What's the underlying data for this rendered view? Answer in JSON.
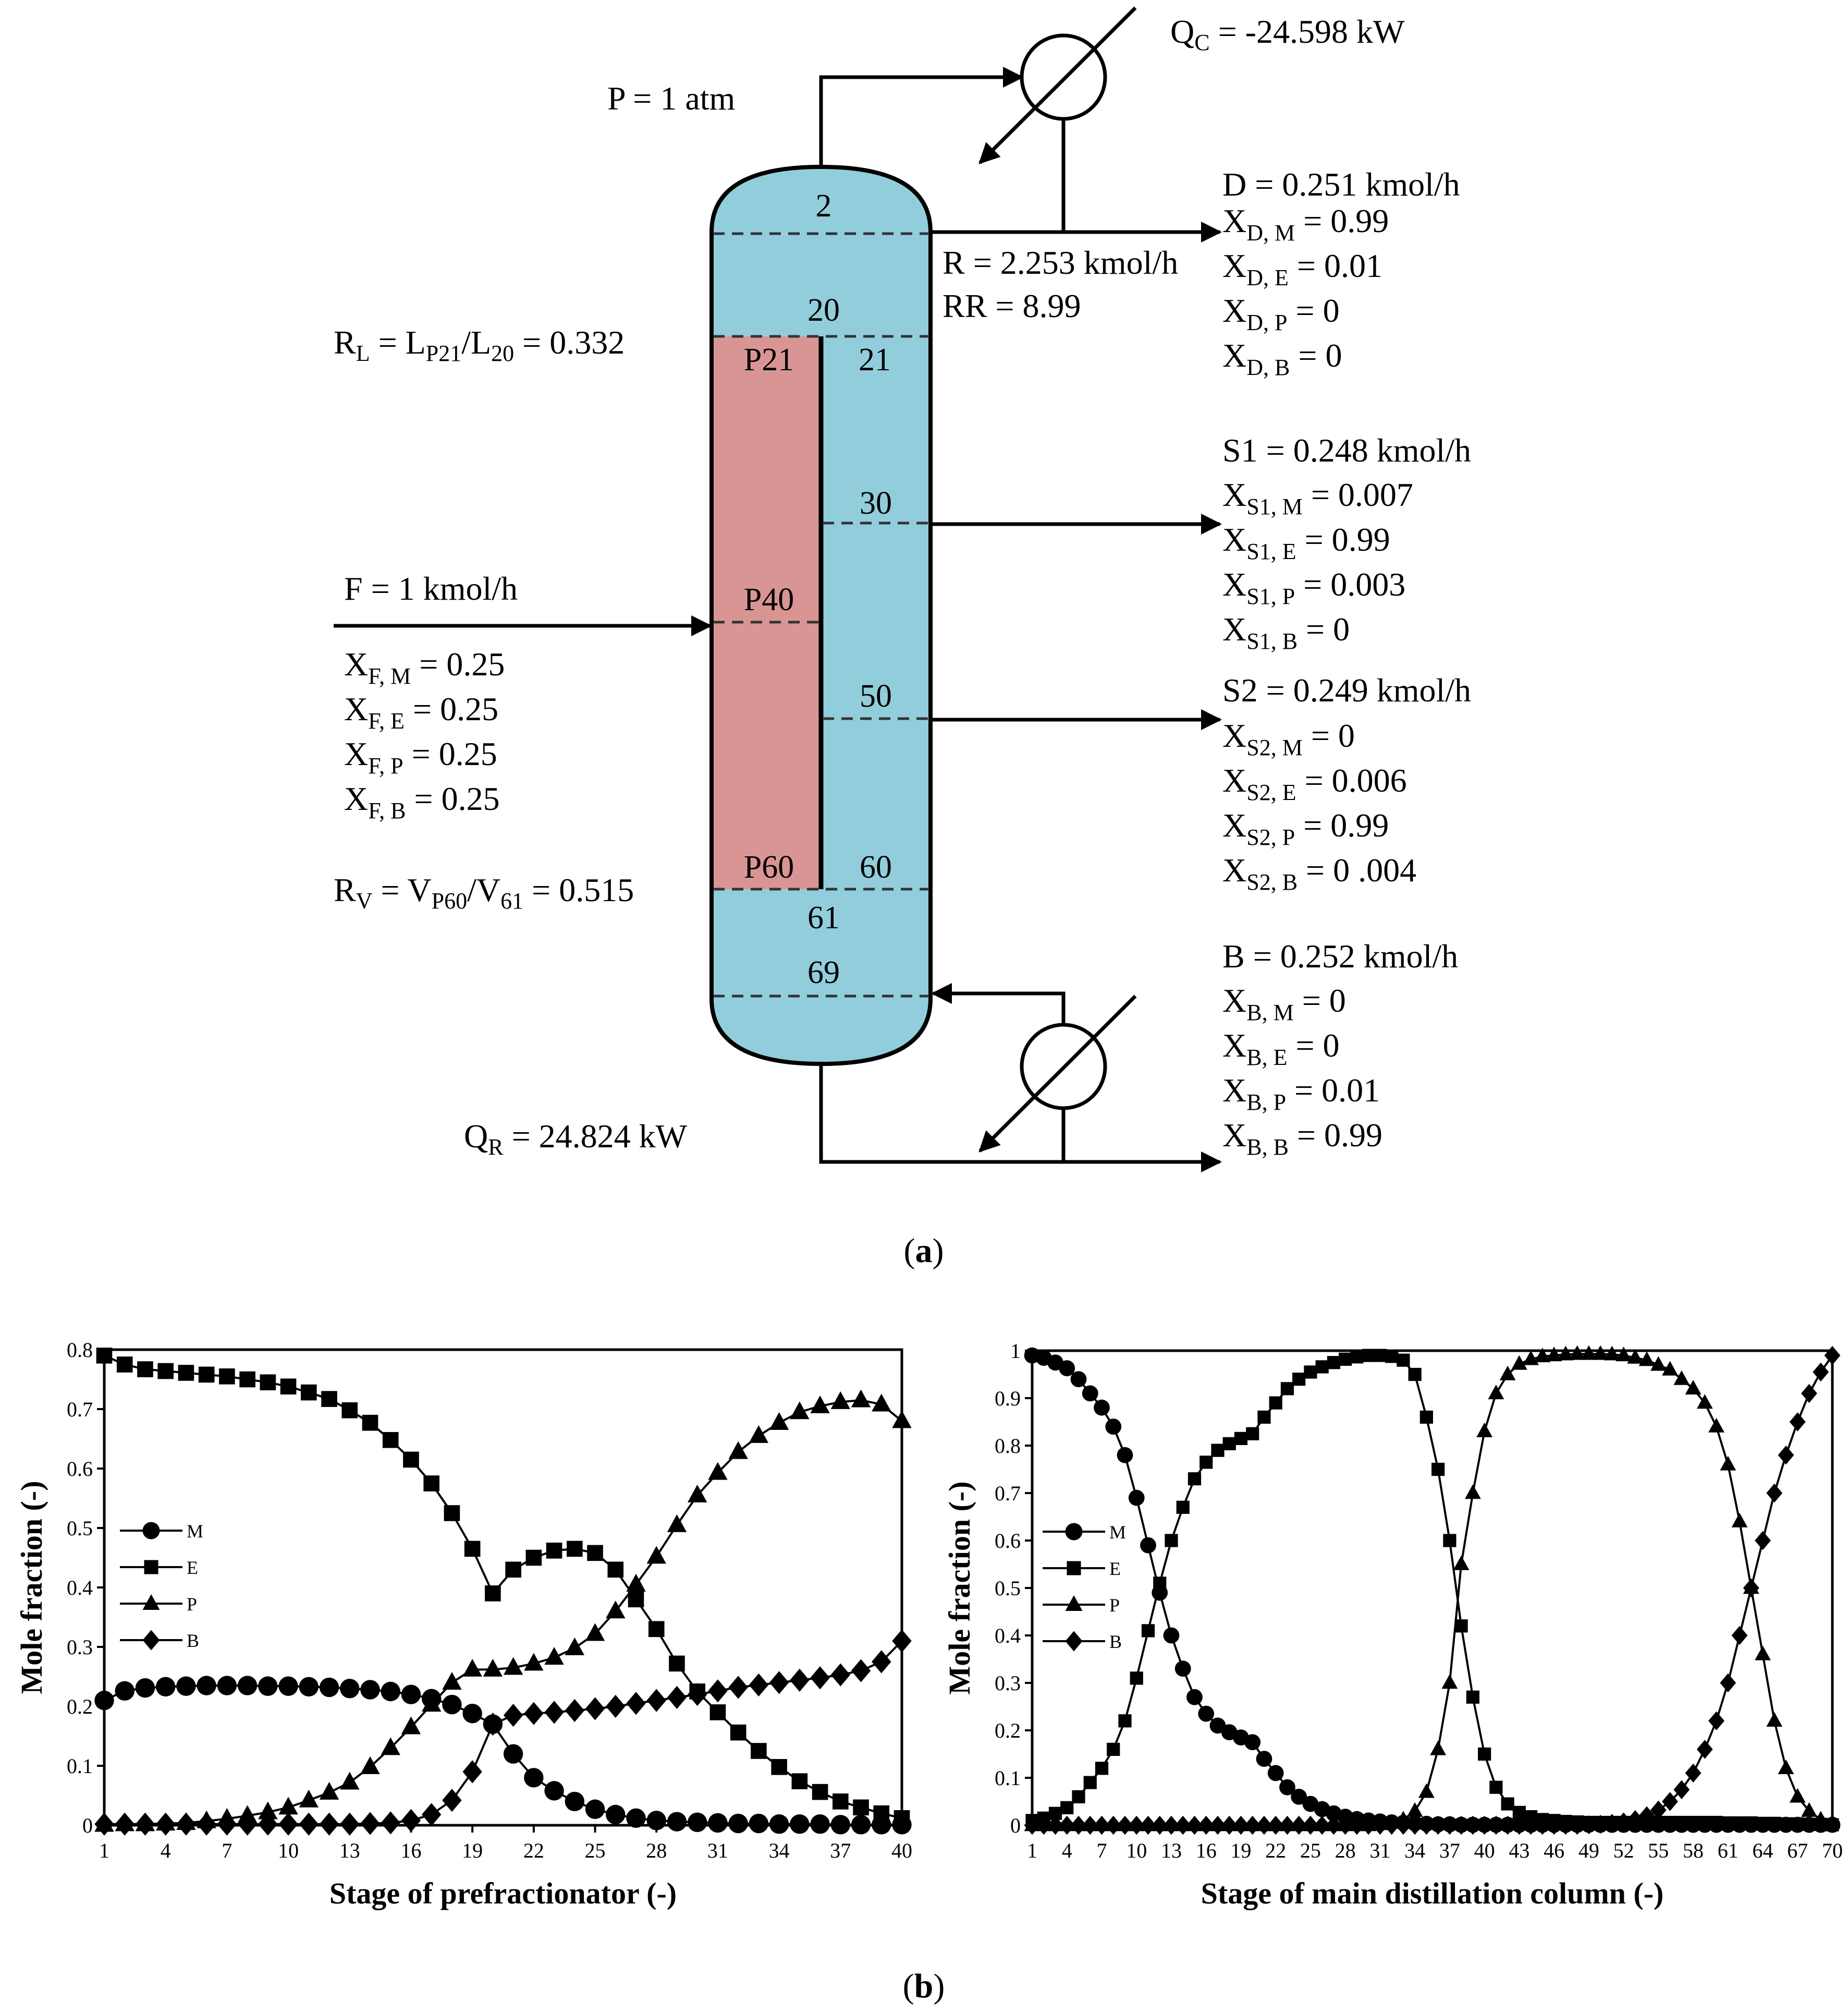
{
  "column": {
    "colors": {
      "main": "#92CDDC",
      "prefrac": "#D99594"
    },
    "pressure": "P = 1 atm",
    "stages": {
      "s2": "2",
      "s20": "20",
      "s21": "21",
      "s30": "30",
      "s50": "50",
      "s60": "60",
      "s61": "61",
      "s69": "69",
      "p21": "P21",
      "p40": "P40",
      "p60": "P60"
    },
    "condenser": {
      "Q_sym": "Q",
      "Q_sub": "C",
      "Q_val": " = -24.598 kW"
    },
    "reboiler": {
      "Q_sym": "Q",
      "Q_sub": "R",
      "Q_val": " = 24.824 kW"
    },
    "reflux": {
      "R": "R = 2.253 kmol/h",
      "RR": "RR = 8.99"
    },
    "RL": {
      "sym": "R",
      "sub": "L",
      "mid": " = L",
      "sub2": "P21",
      "mid2": "/L",
      "sub3": "20",
      "val": " = 0.332"
    },
    "RV": {
      "sym": "R",
      "sub": "V",
      "mid": " = V",
      "sub2": "P60",
      "mid2": "/V",
      "sub3": "61",
      "val": " = 0.515"
    },
    "feed": {
      "flow": "F = 1 kmol/h",
      "x": [
        {
          "sub": "F, M",
          "val": " = 0.25"
        },
        {
          "sub": "F, E",
          "val": " = 0.25"
        },
        {
          "sub": "F, P",
          "val": " = 0.25"
        },
        {
          "sub": "F, B",
          "val": " = 0.25"
        }
      ]
    },
    "distillate": {
      "flow": "D = 0.251 kmol/h",
      "x": [
        {
          "sub": "D, M",
          "val": " = 0.99"
        },
        {
          "sub": "D, E",
          "val": " = 0.01"
        },
        {
          "sub": "D, P",
          "val": " = 0"
        },
        {
          "sub": "D, B",
          "val": " = 0"
        }
      ]
    },
    "side1": {
      "flow": "S1 = 0.248 kmol/h",
      "x": [
        {
          "sub": "S1, M",
          "val": " = 0.007"
        },
        {
          "sub": "S1, E",
          "val": " = 0.99"
        },
        {
          "sub": "S1, P",
          "val": " = 0.003"
        },
        {
          "sub": "S1, B",
          "val": " = 0"
        }
      ]
    },
    "side2": {
      "flow": "S2 = 0.249 kmol/h",
      "x": [
        {
          "sub": "S2, M",
          "val": " = 0"
        },
        {
          "sub": "S2, E",
          "val": " = 0.006"
        },
        {
          "sub": "S2, P",
          "val": " = 0.99"
        },
        {
          "sub": "S2, B",
          "val": " = 0 .004"
        }
      ]
    },
    "bottoms": {
      "flow": "B = 0.252 kmol/h",
      "x": [
        {
          "sub": "B, M",
          "val": " = 0"
        },
        {
          "sub": "B, E",
          "val": " = 0"
        },
        {
          "sub": "B, P",
          "val": " = 0.01"
        },
        {
          "sub": "B, B",
          "val": " = 0.99"
        }
      ]
    }
  },
  "captions": {
    "a": "a",
    "b": "b"
  },
  "chart_data": [
    {
      "type": "line",
      "xlabel": "Stage of prefractionator (-)",
      "ylabel": "Mole fraction (-)",
      "xlim": [
        1,
        40
      ],
      "ylim": [
        0,
        0.8
      ],
      "xticks": [
        1,
        4,
        7,
        10,
        13,
        16,
        19,
        22,
        25,
        28,
        31,
        34,
        37,
        40
      ],
      "yticks": [
        0,
        0.1,
        0.2,
        0.3,
        0.4,
        0.5,
        0.6,
        0.7,
        0.8
      ],
      "grid": false,
      "legend": "left",
      "x": [
        1,
        2,
        3,
        4,
        5,
        6,
        7,
        8,
        9,
        10,
        11,
        12,
        13,
        14,
        15,
        16,
        17,
        18,
        19,
        20,
        21,
        22,
        23,
        24,
        25,
        26,
        27,
        28,
        29,
        30,
        31,
        32,
        33,
        34,
        35,
        36,
        37,
        38,
        39,
        40
      ],
      "series": [
        {
          "name": "M",
          "marker": "circle",
          "values": [
            0.21,
            0.226,
            0.231,
            0.233,
            0.234,
            0.235,
            0.235,
            0.235,
            0.234,
            0.234,
            0.233,
            0.232,
            0.23,
            0.228,
            0.225,
            0.22,
            0.213,
            0.203,
            0.188,
            0.17,
            0.12,
            0.08,
            0.058,
            0.04,
            0.027,
            0.018,
            0.012,
            0.008,
            0.006,
            0.005,
            0.004,
            0.003,
            0.003,
            0.002,
            0.002,
            0.002,
            0.001,
            0.001,
            0.001,
            0.001
          ]
        },
        {
          "name": "E",
          "marker": "square",
          "values": [
            0.79,
            0.775,
            0.767,
            0.764,
            0.761,
            0.758,
            0.755,
            0.75,
            0.745,
            0.738,
            0.728,
            0.717,
            0.698,
            0.677,
            0.648,
            0.615,
            0.575,
            0.525,
            0.465,
            0.39,
            0.43,
            0.45,
            0.462,
            0.465,
            0.458,
            0.43,
            0.38,
            0.33,
            0.272,
            0.225,
            0.19,
            0.156,
            0.125,
            0.098,
            0.074,
            0.056,
            0.04,
            0.03,
            0.02,
            0.012
          ]
        },
        {
          "name": "P",
          "marker": "triangle",
          "values": [
            0.001,
            0.002,
            0.002,
            0.003,
            0.004,
            0.007,
            0.011,
            0.016,
            0.022,
            0.03,
            0.042,
            0.055,
            0.072,
            0.098,
            0.13,
            0.165,
            0.203,
            0.24,
            0.262,
            0.262,
            0.265,
            0.272,
            0.282,
            0.298,
            0.322,
            0.36,
            0.405,
            0.452,
            0.505,
            0.555,
            0.593,
            0.628,
            0.655,
            0.677,
            0.695,
            0.705,
            0.712,
            0.715,
            0.708,
            0.68
          ]
        },
        {
          "name": "B",
          "marker": "diamond",
          "values": [
            0.002,
            0.002,
            0.002,
            0.002,
            0.002,
            0.002,
            0.002,
            0.002,
            0.002,
            0.002,
            0.002,
            0.002,
            0.002,
            0.003,
            0.004,
            0.008,
            0.018,
            0.042,
            0.09,
            0.17,
            0.185,
            0.188,
            0.19,
            0.193,
            0.196,
            0.2,
            0.205,
            0.21,
            0.215,
            0.22,
            0.226,
            0.232,
            0.236,
            0.24,
            0.244,
            0.248,
            0.253,
            0.26,
            0.275,
            0.31
          ]
        }
      ]
    },
    {
      "type": "line",
      "xlabel": "Stage of main distillation column (-)",
      "ylabel": "Mole fraction (-)",
      "xlim": [
        1,
        70
      ],
      "ylim": [
        0,
        1
      ],
      "xticks": [
        1,
        4,
        7,
        10,
        13,
        16,
        19,
        22,
        25,
        28,
        31,
        34,
        37,
        40,
        43,
        46,
        49,
        52,
        55,
        58,
        61,
        64,
        67,
        70
      ],
      "yticks": [
        0,
        0.1,
        0.2,
        0.3,
        0.4,
        0.5,
        0.6,
        0.7,
        0.8,
        0.9,
        1
      ],
      "grid": false,
      "legend": "left",
      "x": [
        1,
        2,
        3,
        4,
        5,
        6,
        7,
        8,
        9,
        10,
        11,
        12,
        13,
        14,
        15,
        16,
        17,
        18,
        19,
        20,
        21,
        22,
        23,
        24,
        25,
        26,
        27,
        28,
        29,
        30,
        31,
        32,
        33,
        34,
        35,
        36,
        37,
        38,
        39,
        40,
        41,
        42,
        43,
        44,
        45,
        46,
        47,
        48,
        49,
        50,
        51,
        52,
        53,
        54,
        55,
        56,
        57,
        58,
        59,
        60,
        61,
        62,
        63,
        64,
        65,
        66,
        67,
        68,
        69,
        70
      ],
      "series": [
        {
          "name": "M",
          "marker": "circle",
          "values": [
            0.99,
            0.985,
            0.975,
            0.963,
            0.94,
            0.91,
            0.88,
            0.84,
            0.78,
            0.69,
            0.59,
            0.49,
            0.4,
            0.33,
            0.27,
            0.235,
            0.21,
            0.196,
            0.185,
            0.175,
            0.14,
            0.11,
            0.08,
            0.06,
            0.045,
            0.034,
            0.025,
            0.018,
            0.013,
            0.01,
            0.008,
            0.006,
            0.005,
            0.004,
            0.003,
            0.002,
            0.002,
            0.001,
            0.001,
            0.001,
            0.001,
            0.001,
            0.001,
            0.001,
            0.001,
            0.001,
            0.001,
            0.001,
            0.001,
            0.001,
            0.001,
            0.001,
            0.001,
            0.001,
            0.001,
            0.001,
            0.001,
            0.001,
            0.001,
            0.001,
            0.001,
            0.001,
            0.001,
            0.001,
            0.001,
            0.001,
            0.001,
            0.001,
            0.001,
            0.001
          ]
        },
        {
          "name": "E",
          "marker": "square",
          "values": [
            0.01,
            0.015,
            0.025,
            0.037,
            0.06,
            0.09,
            0.12,
            0.16,
            0.22,
            0.31,
            0.41,
            0.51,
            0.6,
            0.67,
            0.73,
            0.765,
            0.79,
            0.804,
            0.815,
            0.825,
            0.86,
            0.89,
            0.92,
            0.94,
            0.955,
            0.966,
            0.975,
            0.982,
            0.987,
            0.99,
            0.99,
            0.988,
            0.98,
            0.95,
            0.86,
            0.75,
            0.6,
            0.42,
            0.27,
            0.15,
            0.08,
            0.045,
            0.027,
            0.018,
            0.012,
            0.01,
            0.008,
            0.007,
            0.006,
            0.006,
            0.006,
            0.006,
            0.006,
            0.006,
            0.006,
            0.006,
            0.006,
            0.006,
            0.006,
            0.006,
            0.005,
            0.005,
            0.005,
            0.004,
            0.004,
            0.003,
            0.003,
            0.002,
            0.002,
            0.001
          ]
        },
        {
          "name": "P",
          "marker": "triangle",
          "values": [
            0,
            0,
            0,
            0,
            0,
            0,
            0,
            0,
            0,
            0,
            0,
            0,
            0,
            0,
            0,
            0,
            0,
            0,
            0,
            0,
            0,
            0,
            0,
            0,
            0,
            0,
            0,
            0,
            0,
            0,
            0.002,
            0.005,
            0.012,
            0.03,
            0.07,
            0.16,
            0.3,
            0.55,
            0.7,
            0.83,
            0.91,
            0.95,
            0.972,
            0.982,
            0.988,
            0.99,
            0.992,
            0.993,
            0.993,
            0.993,
            0.992,
            0.99,
            0.985,
            0.98,
            0.97,
            0.96,
            0.94,
            0.92,
            0.89,
            0.84,
            0.76,
            0.64,
            0.5,
            0.36,
            0.22,
            0.12,
            0.06,
            0.03,
            0.012,
            0.005
          ]
        },
        {
          "name": "B",
          "marker": "diamond",
          "values": [
            0,
            0,
            0,
            0,
            0,
            0,
            0,
            0,
            0,
            0,
            0,
            0,
            0,
            0,
            0,
            0,
            0,
            0,
            0,
            0,
            0,
            0,
            0,
            0,
            0,
            0,
            0,
            0,
            0,
            0,
            0,
            0,
            0,
            0,
            0,
            0,
            0,
            0,
            0,
            0,
            0,
            0,
            0,
            0,
            0,
            0,
            0,
            0,
            0.001,
            0.002,
            0.004,
            0.007,
            0.012,
            0.02,
            0.032,
            0.05,
            0.075,
            0.11,
            0.16,
            0.22,
            0.3,
            0.4,
            0.5,
            0.6,
            0.7,
            0.78,
            0.85,
            0.91,
            0.955,
            0.99
          ]
        }
      ]
    }
  ]
}
